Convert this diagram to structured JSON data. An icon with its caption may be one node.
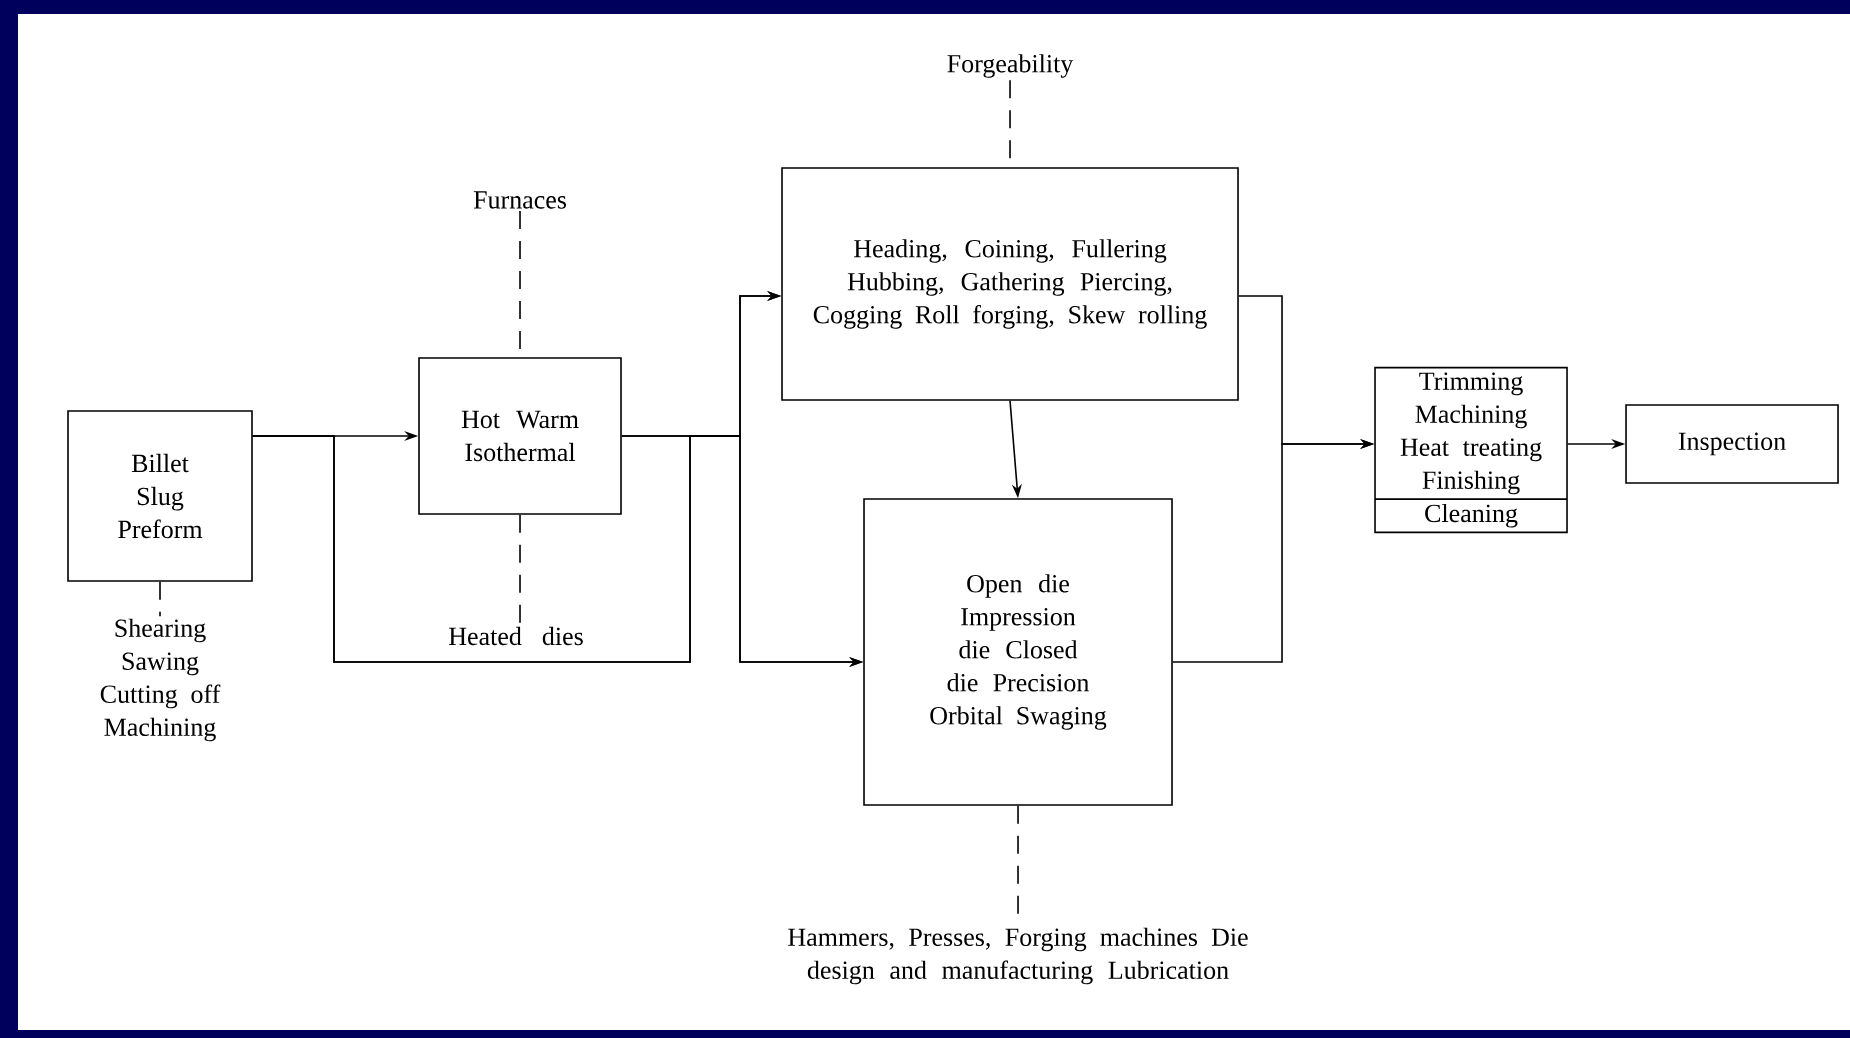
{
  "diagram": {
    "nodes": [
      {
        "text": [
          "Billet Slug Preform"
        ]
      },
      {
        "text": [
          "Hot Warm Isothermal"
        ]
      },
      {
        "text": [
          "Heading, Coining, Fullering Hubbing, Gathering Piercing, Cogging Roll forging, Skew rolling"
        ]
      },
      {
        "text": [
          "Open die Impression die Closed die Precision Orbital Swaging"
        ]
      },
      {
        "text": [
          "Trimming Machining Heat treating Finishing",
          "Cleaning"
        ]
      },
      {
        "text": [
          "Inspection"
        ]
      },
      {
        "text": [
          "Forgeability"
        ]
      },
      {
        "text": [
          "Furnaces"
        ]
      },
      {
        "text": [
          "Heated dies"
        ]
      },
      {
        "text": [
          "Shearing Sawing Cutting off Machining"
        ]
      },
      {
        "text": [
          "Hammers, Presses, Forging machines Die design and manufacturing Lubrication"
        ]
      }
    ],
    "edges": [
      {
        "from": 0,
        "to": 1,
        "arrow": "to"
      },
      {
        "from": 0,
        "to": 2,
        "arrow": "to"
      },
      {
        "from": 0,
        "to": 3,
        "arrow": "to"
      },
      {
        "from": 1,
        "to": 2,
        "arrow": "to"
      },
      {
        "from": 1,
        "to": 3,
        "arrow": "to"
      },
      {
        "from": 2,
        "to": 3,
        "arrow": "to"
      },
      {
        "from": 2,
        "to": 4,
        "arrow": "to"
      },
      {
        "from": 3,
        "to": 4,
        "arrow": "to"
      },
      {
        "from": 4,
        "to": 5,
        "arrow": "to"
      },
      {
        "from": 6,
        "to": 2,
        "arrow": "none",
        "style": "dashed"
      },
      {
        "from": 7,
        "to": 1,
        "arrow": "none",
        "style": "dashed"
      },
      {
        "from": 1,
        "to": 8,
        "arrow": "none",
        "style": "dashed"
      },
      {
        "from": 0,
        "to": 9,
        "arrow": "none",
        "style": "dashed"
      },
      {
        "from": 3,
        "to": 10,
        "arrow": "none",
        "style": "dashed"
      }
    ]
  }
}
